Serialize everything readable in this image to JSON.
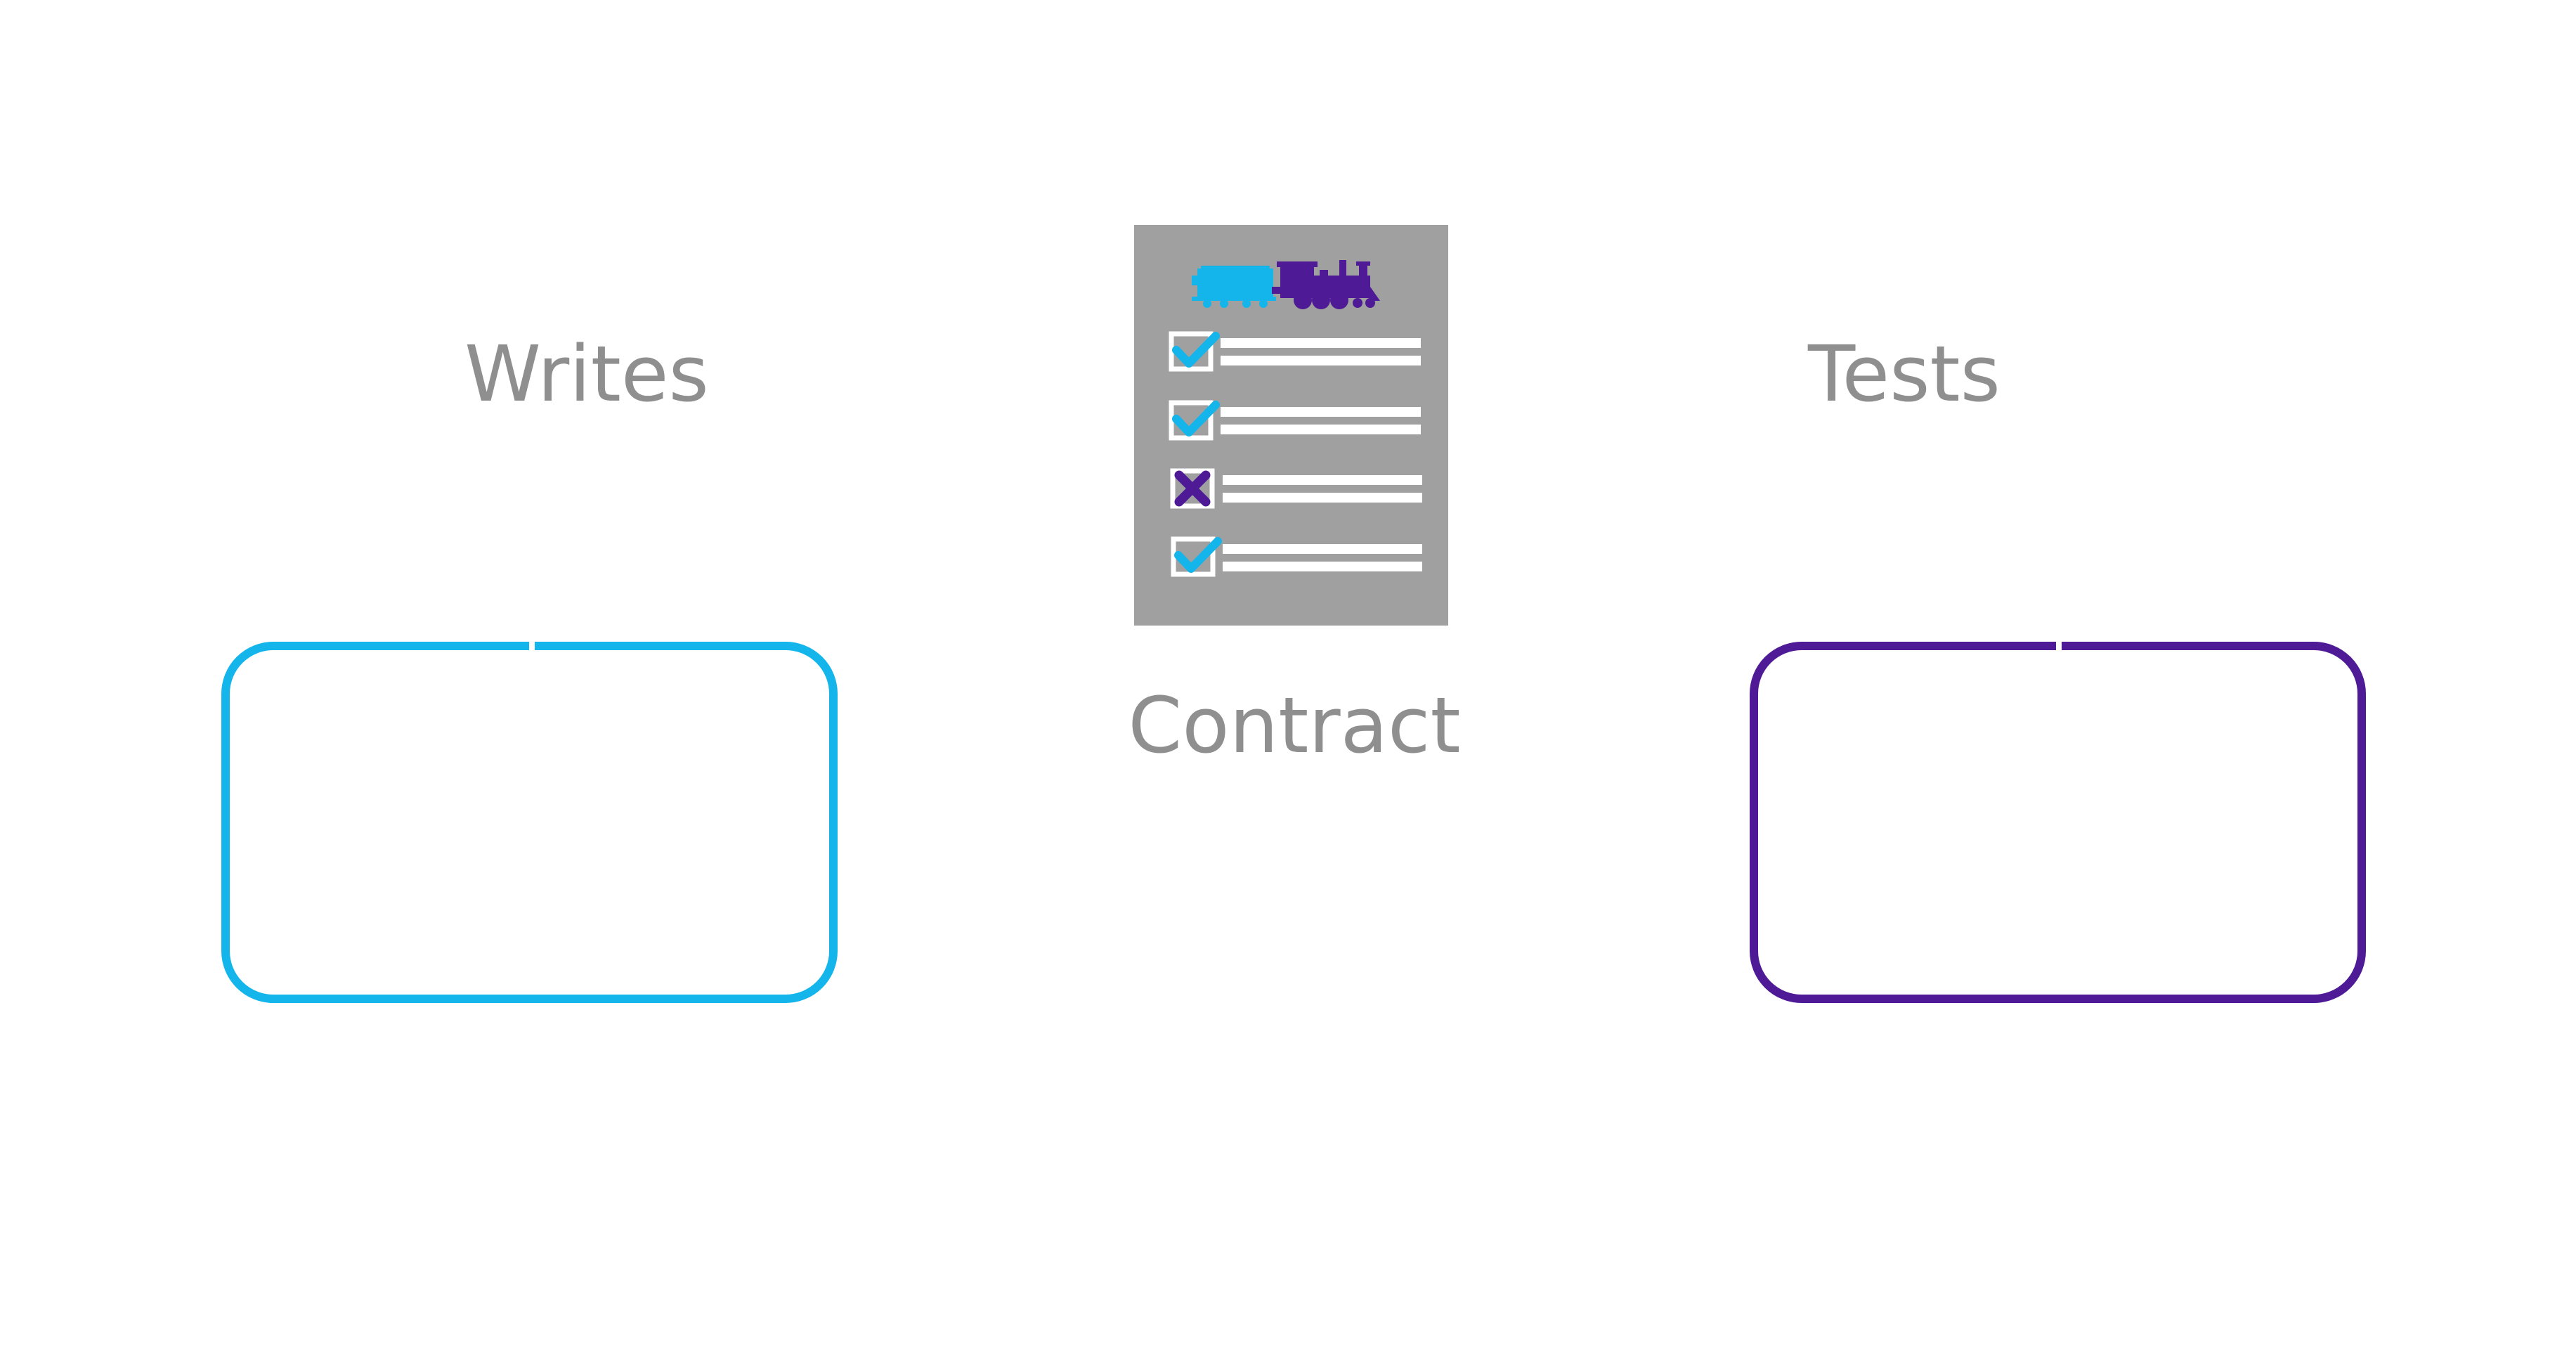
{
  "labels": {
    "writes": "Writes",
    "tests": "Tests",
    "contract": "Contract"
  },
  "colors": {
    "consumer": "#13b5ea",
    "provider": "#4e1a96",
    "text": "#8f8f8f",
    "document": "#a0a0a0"
  },
  "contract": {
    "header_icon": "train-icon",
    "checklist": [
      {
        "status": "pass",
        "icon": "check-icon"
      },
      {
        "status": "pass",
        "icon": "check-icon"
      },
      {
        "status": "fail",
        "icon": "cross-icon"
      },
      {
        "status": "pass",
        "icon": "check-icon"
      }
    ]
  }
}
